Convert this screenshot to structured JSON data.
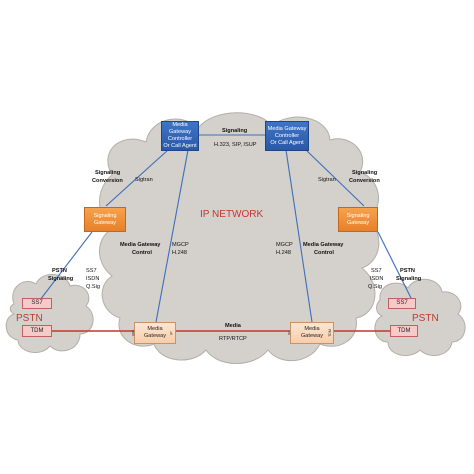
{
  "network": {
    "ip_network": "IP NETWORK",
    "pstn_left": "PSTN",
    "pstn_right": "PSTN"
  },
  "nodes": {
    "mgc_left": {
      "line1": "Media Gateway",
      "line2": "Controller",
      "line3": "Or Call Agent"
    },
    "mgc_right": {
      "line1": "Media Gateway",
      "line2": "Controller",
      "line3": "Or Call Agent"
    },
    "sg_left": {
      "line1": "Signaling",
      "line2": "Gateway"
    },
    "sg_right": {
      "line1": "Signaling",
      "line2": "Gateway"
    },
    "mg_left": {
      "line1": "Media",
      "line2": "Gateway",
      "port_a": "IWF",
      "port_b": "IP"
    },
    "mg_right": {
      "line1": "Media",
      "line2": "Gateway",
      "port_a": "IP",
      "port_b": "TDM"
    },
    "ss7_left": "SS7",
    "tdm_left": "TDM",
    "ss7_right": "SS7",
    "tdm_right": "TDM"
  },
  "labels": {
    "signaling_top": "Signaling",
    "signaling_top_protocols": "H.323, SIP, ISUP",
    "signaling_conversion_left_1": "Signaling",
    "signaling_conversion_left_2": "Conversion",
    "signaling_conversion_right_1": "Signaling",
    "signaling_conversion_right_2": "Conversion",
    "sigtran_left": "Sigtran",
    "sigtran_right": "Sigtran",
    "mgc_control_left_1": "Media Gateway",
    "mgc_control_left_2": "Control",
    "mgc_control_right_1": "Media Gateway",
    "mgc_control_right_2": "Control",
    "mgcp_left_1": "MGCP",
    "mgcp_left_2": "H.248",
    "mgcp_right_1": "MGCP",
    "mgcp_right_2": "H.248",
    "pstn_signaling_left_1": "PSTN",
    "pstn_signaling_left_2": "Signaling",
    "pstn_signaling_right_1": "PSTN",
    "pstn_signaling_right_2": "Signaling",
    "ss7_isdn_left_1": "SS7",
    "ss7_isdn_left_2": "ISDN",
    "ss7_isdn_left_3": "Q.Sig",
    "ss7_isdn_right_1": "SS7",
    "ss7_isdn_right_2": "ISDN",
    "ss7_isdn_right_3": "Q.Sig",
    "media": "Media",
    "media_protocols": "RTP/RTCP"
  },
  "colors": {
    "cloud": "#d4d1cc",
    "cloud_edge": "#b3aea8",
    "signaling_link": "#3d6fb8",
    "media_link": "#c0392b",
    "ip_network_text": "#c0392b"
  }
}
